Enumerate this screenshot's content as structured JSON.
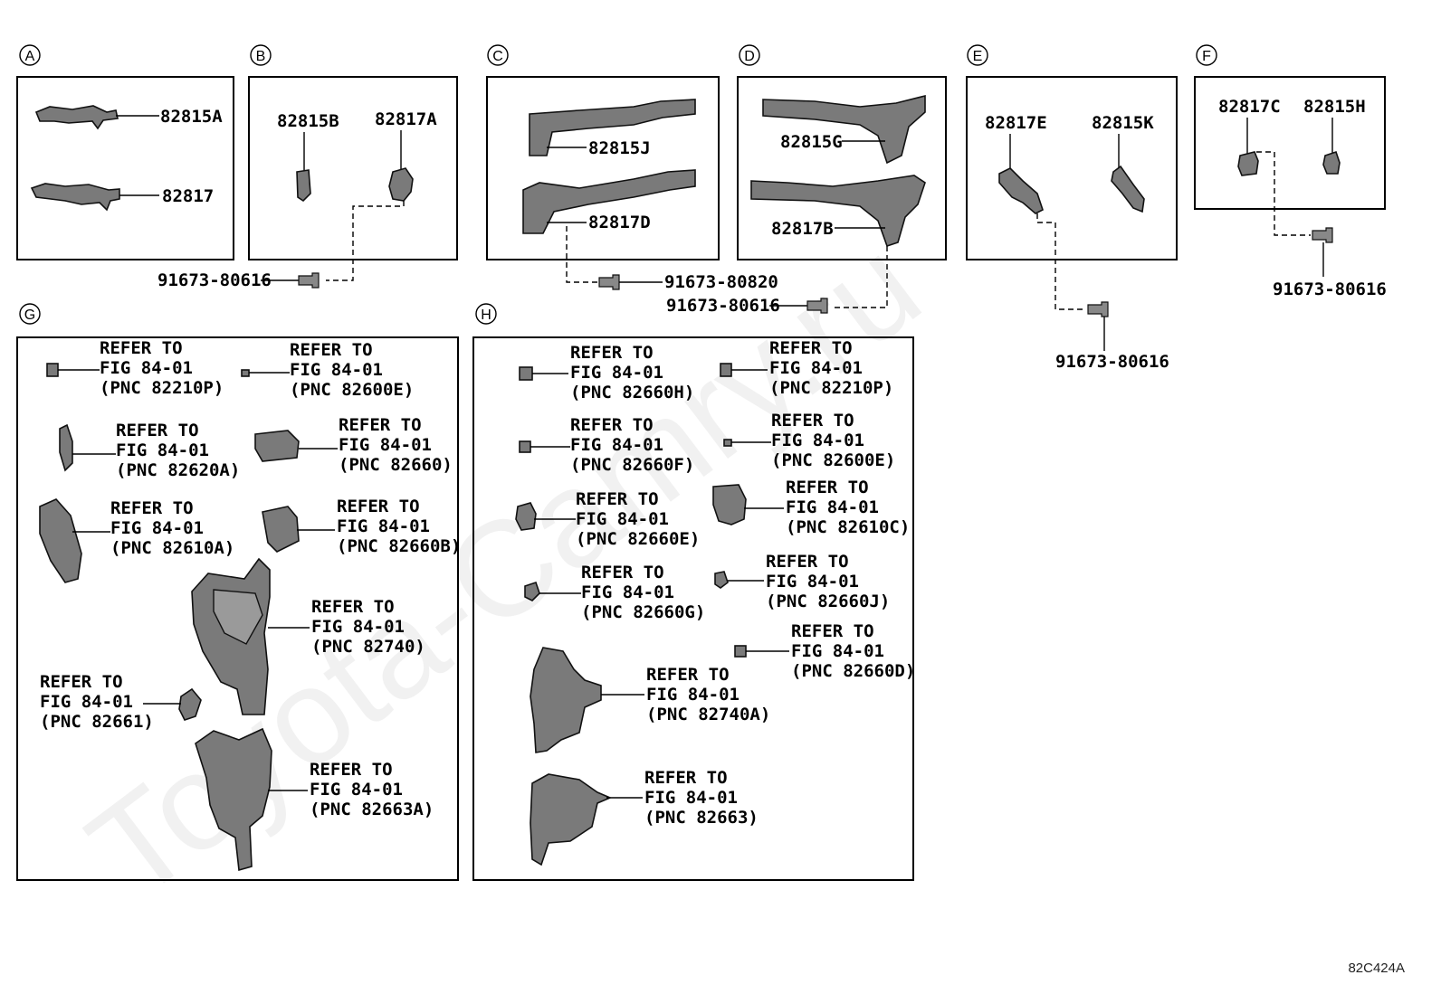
{
  "watermark": "Toyota-Camry.ru",
  "figure_code": "82C424A",
  "sections": {
    "A": {
      "letter": "A",
      "parts": [
        "82815A",
        "82817"
      ]
    },
    "B": {
      "letter": "B",
      "parts": [
        "82815B",
        "82817A"
      ]
    },
    "C": {
      "letter": "C",
      "parts": [
        "82815J",
        "82817D"
      ]
    },
    "D": {
      "letter": "D",
      "parts": [
        "82815G",
        "82817B"
      ]
    },
    "E": {
      "letter": "E",
      "parts": [
        "82817E",
        "82815K"
      ]
    },
    "F": {
      "letter": "F",
      "parts": [
        "82817C",
        "82815H"
      ]
    },
    "G": {
      "letter": "G"
    },
    "H": {
      "letter": "H"
    }
  },
  "bolts": [
    "91673-80616",
    "91673-80820",
    "91673-80616",
    "91673-80616",
    "91673-80616"
  ],
  "refer": {
    "line1": "REFER TO",
    "line2": "FIG 84-01"
  },
  "g_refs": [
    "(PNC 82210P)",
    "(PNC 82600E)",
    "(PNC 82620A)",
    "(PNC 82660)",
    "(PNC 82610A)",
    "(PNC 82660B)",
    "(PNC 82740)",
    "(PNC 82661)",
    "(PNC 82663A)"
  ],
  "h_refs": [
    "(PNC 82660H)",
    "(PNC 82210P)",
    "(PNC 82660F)",
    "(PNC 82600E)",
    "(PNC 82660E)",
    "(PNC 82610C)",
    "(PNC 82660G)",
    "(PNC 82660J)",
    "(PNC 82660D)",
    "(PNC 82740A)",
    "(PNC 82663)"
  ]
}
